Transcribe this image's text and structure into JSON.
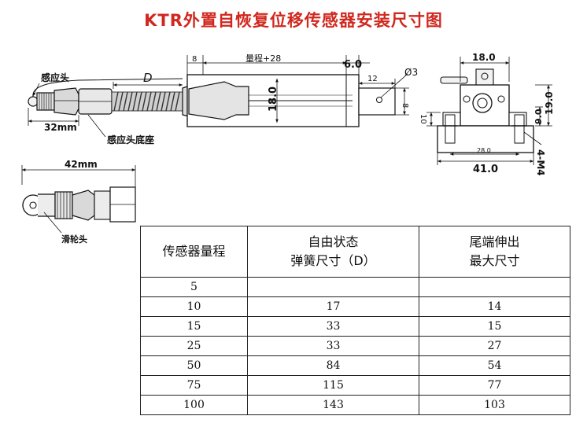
{
  "title": "KTR外置自恢复位移传感器安装尺寸图",
  "labels": {
    "sensor_head": "感应头",
    "head_base": "感应头底座",
    "pulley_head": "滑轮头",
    "spring_d": "D",
    "dim_32mm": "32mm",
    "dim_42mm": "42mm",
    "dim_8": "8",
    "dim_range": "量程+28",
    "dim_6_0": "6.0",
    "dim_18_0_body": "18.0",
    "dim_12": "12",
    "dim_phi3": "Ø3",
    "dim_8_tail": "8",
    "dim_18_0_end": "18.0",
    "dim_19_0": "19.0",
    "dim_9_0": "9.0",
    "dim_10": "10",
    "dim_28_0": "28.0",
    "dim_41_0": "41.0",
    "dim_4m4": "4-M4"
  },
  "table": {
    "headers": [
      [
        "传感器量程"
      ],
      [
        "自由状态",
        "弹簧尺寸（D）"
      ],
      [
        "尾端伸出",
        "最大尺寸"
      ]
    ],
    "rows": [
      [
        "5",
        "",
        ""
      ],
      [
        "10",
        "17",
        "14"
      ],
      [
        "15",
        "33",
        "15"
      ],
      [
        "25",
        "33",
        "27"
      ],
      [
        "50",
        "84",
        "54"
      ],
      [
        "75",
        "115",
        "77"
      ],
      [
        "100",
        "143",
        "103"
      ]
    ]
  }
}
